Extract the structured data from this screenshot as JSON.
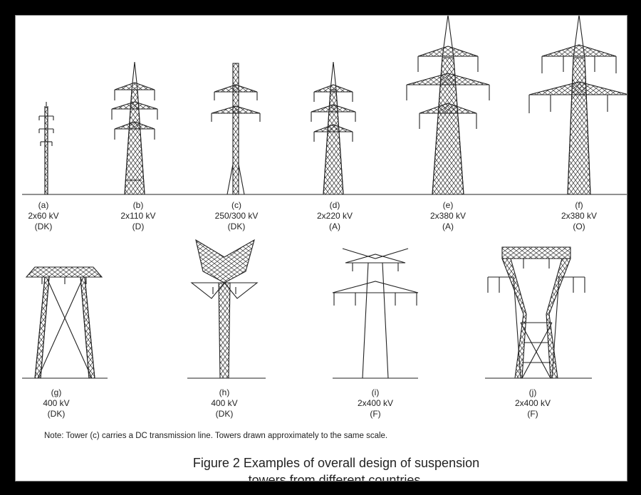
{
  "towers": [
    {
      "letter": "(a)",
      "voltage": "2x60 kV",
      "country": "(DK)"
    },
    {
      "letter": "(b)",
      "voltage": "2x110 kV",
      "country": "(D)"
    },
    {
      "letter": "(c)",
      "voltage": "250/300 kV",
      "country": "(DK)"
    },
    {
      "letter": "(d)",
      "voltage": "2x220 kV",
      "country": "(A)"
    },
    {
      "letter": "(e)",
      "voltage": "2x380 kV",
      "country": "(A)"
    },
    {
      "letter": "(f)",
      "voltage": "2x380 kV",
      "country": "(O)"
    },
    {
      "letter": "(g)",
      "voltage": "400 kV",
      "country": "(DK)"
    },
    {
      "letter": "(h)",
      "voltage": "400 kV",
      "country": "(DK)"
    },
    {
      "letter": "(i)",
      "voltage": "2x400 kV",
      "country": "(F)"
    },
    {
      "letter": "(j)",
      "voltage": "2x400 kV",
      "country": "(F)"
    }
  ],
  "note": "Note: Tower (c) carries a DC transmission line. Towers drawn approximately to the same scale.",
  "figure_title": {
    "line1": "Figure 2  Examples of overall design of suspension",
    "line2": "towers from different countries."
  }
}
